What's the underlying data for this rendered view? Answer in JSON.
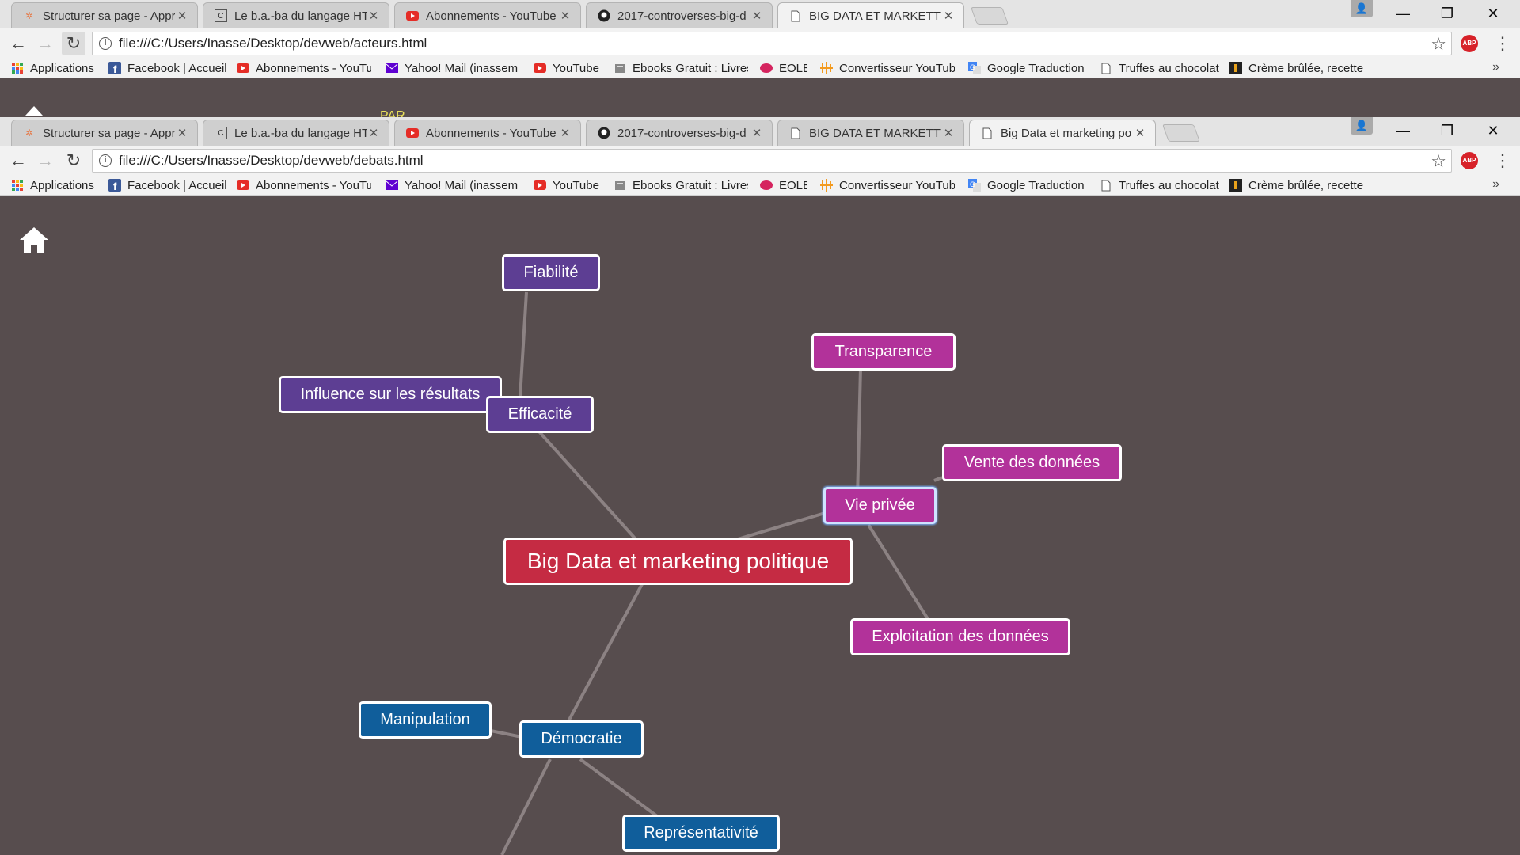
{
  "browser_back": {
    "tabs": [
      {
        "title": "Structurer sa page - Appr",
        "icon": "openclassrooms-icon",
        "active": false
      },
      {
        "title": "Le b.a.-ba du langage HT",
        "icon": "c-page-icon",
        "active": false
      },
      {
        "title": "Abonnements - YouTube",
        "icon": "youtube-icon",
        "active": false
      },
      {
        "title": "2017-controverses-big-d",
        "icon": "github-icon",
        "active": false
      },
      {
        "title": "BIG DATA ET MARKETTIN",
        "icon": "page-icon",
        "active": true
      }
    ],
    "url": "file:///C:/Users/Inasse/Desktop/devweb/acteurs.html",
    "strip_text": "PAR"
  },
  "browser_front": {
    "tabs": [
      {
        "title": "Structurer sa page - Appr",
        "icon": "openclassrooms-icon",
        "active": false
      },
      {
        "title": "Le b.a.-ba du langage HT",
        "icon": "c-page-icon",
        "active": false
      },
      {
        "title": "Abonnements - YouTube",
        "icon": "youtube-icon",
        "active": false
      },
      {
        "title": "2017-controverses-big-d",
        "icon": "github-icon",
        "active": false
      },
      {
        "title": "BIG DATA ET MARKETTIN",
        "icon": "page-icon",
        "active": false
      },
      {
        "title": "Big Data et marketing po",
        "icon": "page-icon",
        "active": true
      }
    ],
    "url": "file:///C:/Users/Inasse/Desktop/devweb/debats.html"
  },
  "bookmarks": [
    {
      "label": "Applications",
      "icon": "apps-grid-icon"
    },
    {
      "label": "Facebook | Accueil",
      "icon": "facebook-icon"
    },
    {
      "label": "Abonnements - YouTu",
      "icon": "youtube-icon"
    },
    {
      "label": "Yahoo! Mail (inassem",
      "icon": "yahoo-mail-icon"
    },
    {
      "label": "YouTube",
      "icon": "youtube-icon"
    },
    {
      "label": "Ebooks Gratuit : Livres",
      "icon": "ebooks-icon"
    },
    {
      "label": "EOLE",
      "icon": "eole-icon"
    },
    {
      "label": "Convertisseur YouTub",
      "icon": "converter-icon"
    },
    {
      "label": "Google Traduction",
      "icon": "google-translate-icon"
    },
    {
      "label": "Truffes au chocolat",
      "icon": "page-icon"
    },
    {
      "label": "Crème brûlée, recette",
      "icon": "recipe-icon"
    }
  ],
  "colors": {
    "background": "#574d4e",
    "purple": "#5d3e93",
    "magenta": "#b2329a",
    "blue": "#105e9b",
    "central": "#c52b43",
    "edge": "#8c8283"
  },
  "mindmap": {
    "central": "Big Data et marketing politique",
    "nodes": {
      "fiabilite": "Fiabilité",
      "influence": "Influence sur les résultats",
      "efficacite": "Efficacité",
      "transparence": "Transparence",
      "vente": "Vente des données",
      "vie_privee": "Vie privée",
      "exploitation": "Exploitation des données",
      "manipulation": "Manipulation",
      "democratie": "Démocratie",
      "representativite": "Représentativité"
    }
  }
}
